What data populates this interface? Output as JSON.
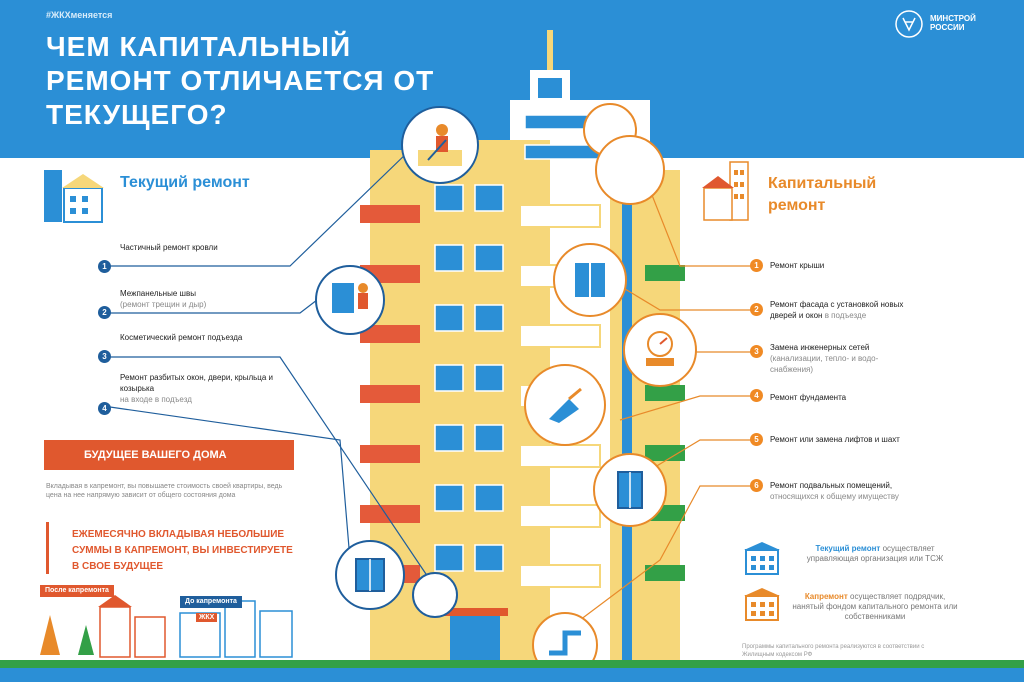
{
  "header": {
    "hashtag": "#ЖКХменяется",
    "title": "ЧЕМ КАПИТАЛЬНЫЙ РЕМОНТ ОТЛИЧАЕТСЯ ОТ ТЕКУЩЕГО?",
    "ministry": "МИНСТРОЙ РОССИИ"
  },
  "current": {
    "title": "Текущий ремонт",
    "items": [
      {
        "num": "1",
        "label": "Частичный ремонт кровли",
        "sub": ""
      },
      {
        "num": "2",
        "label": "Межпанельные швы",
        "sub": "(ремонт трещин и дыр)"
      },
      {
        "num": "3",
        "label": "Косметический ремонт подъезда",
        "sub": ""
      },
      {
        "num": "4",
        "label": "Ремонт разбитых окон, двери, крыльца и козырька",
        "sub": "на входе в подъезд"
      }
    ]
  },
  "future": {
    "title": "БУДУЩЕЕ ВАШЕГО ДОМА",
    "text": "Вкладывая в капремонт, вы повышаете стоимость своей квартиры, ведь цена на нее напрямую зависит от общего состояния дома",
    "invest": "ЕЖЕМЕСЯЧНО ВКЛАДЫВАЯ НЕБОЛЬШИЕ СУММЫ В КАПРЕМОНТ, ВЫ ИНВЕСТИРУЕТЕ В СВОЕ БУДУЩЕЕ",
    "after_tag": "После капремонта",
    "before_tag": "До капремонта",
    "sign": "ЖКХ"
  },
  "capital": {
    "title": "Капитальный ремонт",
    "items": [
      {
        "num": "1",
        "label": "Ремонт крыши",
        "sub": ""
      },
      {
        "num": "2",
        "label": "Ремонт фасада с установкой новых дверей и окон",
        "sub": "в подъезде"
      },
      {
        "num": "3",
        "label": "Замена инженерных сетей",
        "sub": "(канализации, тепло- и водо-снабжения)"
      },
      {
        "num": "4",
        "label": "Ремонт фундамента",
        "sub": ""
      },
      {
        "num": "5",
        "label": "Ремонт или замена лифтов и шахт",
        "sub": ""
      },
      {
        "num": "6",
        "label": "Ремонт подвальных помещений,",
        "sub": "относящихся к общему имуществу"
      }
    ]
  },
  "legend": {
    "current_bold": "Текущий ремонт",
    "current_text": "осуществляет управляющая организация или ТСЖ",
    "capital_bold": "Капремонт",
    "capital_text": "осуществляет подрядчик, нанятый фондом капитального ремонта или собственниками",
    "footnote": "Программы капитального ремонта реализуются в соответствии с Жилищным кодексом РФ"
  },
  "colors": {
    "sky": "#2b8fd6",
    "orange": "#e0582e",
    "capital_title": "#e88a2a",
    "dark_blue": "#1f5e9c",
    "facade": "#f6d77a",
    "balcony_red": "#e45a3a",
    "green": "#33a047"
  },
  "icons": [
    "ministry-emblem-icon",
    "house-current-icon",
    "house-capital-icon",
    "worker-icon",
    "window-icon",
    "meter-icon",
    "elevator-icon",
    "pipe-icon",
    "door-icon",
    "tree-icon"
  ]
}
